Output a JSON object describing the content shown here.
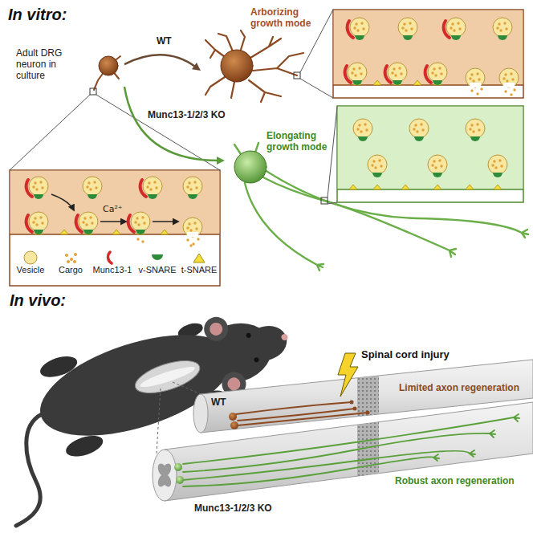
{
  "diagram": {
    "nodes": [
      {
        "text": [
          "Adult DRG neuron in culture"
        ]
      },
      {
        "text": [
          "Arborizing growth mode"
        ]
      },
      {
        "text": [
          "Elongating growth mode"
        ]
      }
    ],
    "edges": [
      {
        "from": 0,
        "to": 1,
        "arrow": "to",
        "label": "WT"
      },
      {
        "from": 0,
        "to": 2,
        "arrow": "to",
        "label": "Munc13-1/2/3 KO"
      }
    ],
    "labels": [
      "In vitro:",
      "Ca²⁺",
      "In vivo:",
      "Spinal cord injury",
      "WT",
      "Limited axon regeneration",
      "Munc13-1/2/3 KO",
      "Robust axon regeneration"
    ],
    "legend": [
      {
        "text": "Vesicle",
        "color": "#f7e7a0"
      },
      {
        "text": "Cargo",
        "color": "#e2a23a"
      },
      {
        "text": "Munc13-1",
        "color": "#d42a2a"
      },
      {
        "text": "v-SNARE",
        "color": "#2e8b3a"
      },
      {
        "text": "t-SNARE",
        "color": "#f3de3a"
      }
    ]
  }
}
